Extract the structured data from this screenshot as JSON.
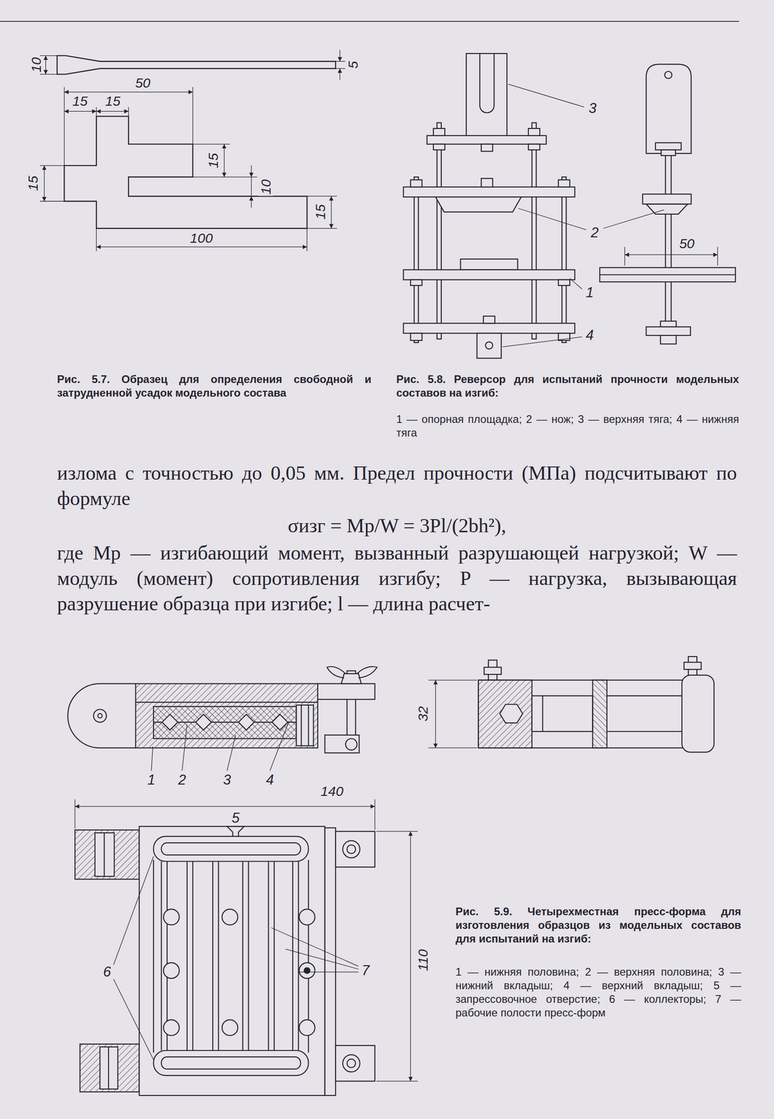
{
  "diagram": {
    "labels": [
      "10",
      "5",
      "50",
      "15",
      "15",
      "15",
      "10",
      "15",
      "15",
      "100",
      "Рис. 5.7. Образец для определения свободной и затрудненной усадок модельного состава",
      "3",
      "2",
      "50",
      "1",
      "4",
      "Рис. 5.8. Реверсор для испытаний прочности модельных составов на изгиб:",
      "1 — опорная площадка; 2 — нож; 3 — верхняя тяга; 4 — нижняя тяга",
      "излома с точностью до 0,05 мм. Предел прочности (МПа) подсчитывают по формуле",
      "σизг = Mр/W = 3Pl/(2bh²),",
      "где Mр — изгибающий момент, вызванный разрушающей нагрузкой; W — модуль (момент) сопротивления изгибу; P — нагрузка, вызывающая разрушение образца при изгибе; l — длина расчет-",
      "1",
      "2",
      "3",
      "4",
      "140",
      "32",
      "5",
      "110",
      "6",
      "7",
      "Рис. 5.9. Четырехместная пресс-форма для изготовления образцов из модельных составов для испытаний на изгиб:",
      "1 — нижняя половина; 2 — верхняя половина; 3 — нижний вкладыш; 4 — верхний вкладыш; 5 — запрессовочное отверстие; 6 — коллекторы; 7 — рабочие полости пресс-форм"
    ]
  }
}
